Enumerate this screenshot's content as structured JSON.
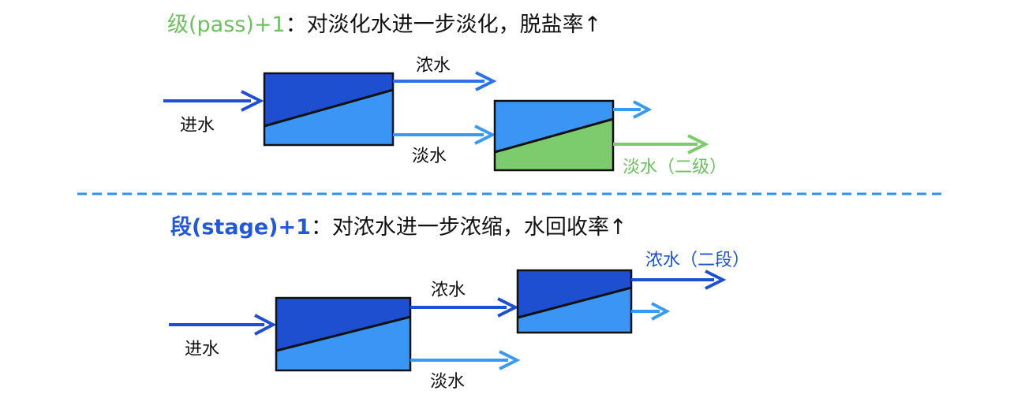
{
  "colors": {
    "dark_blue": "#1f4fd1",
    "mid_blue": "#2f6fe8",
    "light_blue": "#3b95f5",
    "arrow_light": "#3a9af0",
    "green": "#7ccc6e",
    "green_text": "#6dbf5f",
    "text": "#111111",
    "stage_title": "#2458d6",
    "dash": "#2a93f0"
  },
  "pass": {
    "title_highlight": "级(pass)+1",
    "title_rest": "：对淡化水进一步淡化，脱盐率↑",
    "feed_label": "进水",
    "concentrate_label": "浓水",
    "permeate_label": "淡水",
    "second_pass_permeate_label": "淡水（二级）"
  },
  "stage": {
    "title_highlight": "段(stage)+1",
    "title_rest": "：对浓水进一步浓缩，水回收率↑",
    "feed_label": "进水",
    "concentrate_label": "浓水",
    "permeate_label": "淡水",
    "second_stage_concentrate_label": "浓水（二段）"
  }
}
